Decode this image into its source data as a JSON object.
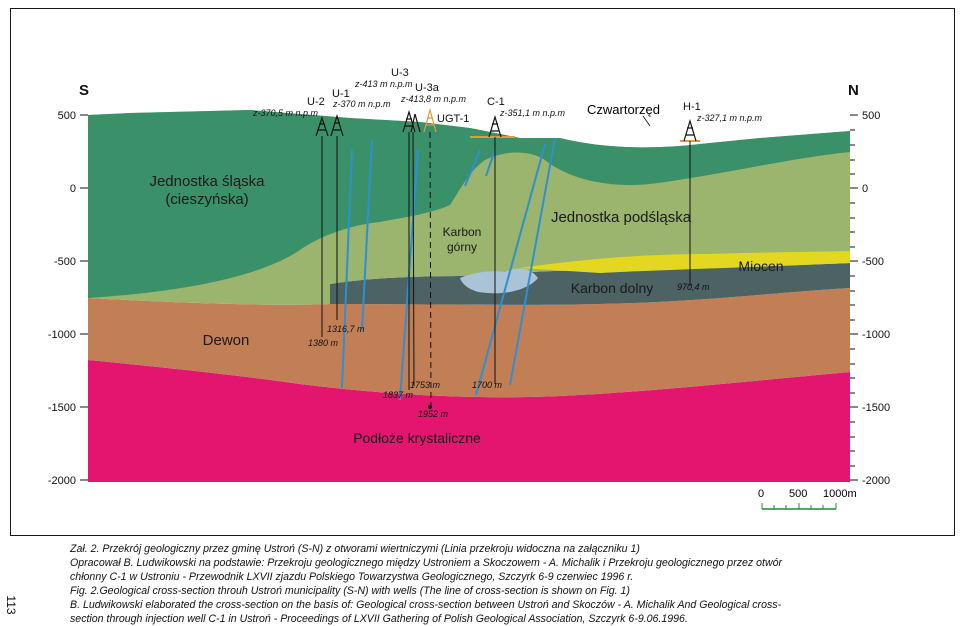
{
  "directions": {
    "south": "S",
    "north": "N"
  },
  "elevation_ticks": [
    "500",
    "0",
    "-500",
    "-1000",
    "-1500",
    "-2000"
  ],
  "units": [
    {
      "label_line1": "Jednostka śląska",
      "label_line2": "(cieszyńska)",
      "color": "#3a9068"
    },
    {
      "label": "Jednostka podśląska",
      "color": "#9bb46e"
    },
    {
      "label_line1": "Karbon",
      "label_line2": "górny",
      "color": "#aac3d6"
    },
    {
      "label": "Miocen",
      "color": "#e3d81f"
    },
    {
      "label": "Karbon dolny",
      "color": "#4d6262"
    },
    {
      "label": "Dewon",
      "color": "#c27f55"
    },
    {
      "label": "Podłoże krystaliczne",
      "color": "#e3156f"
    }
  ],
  "quaternary_label": "Czwartorzęd",
  "wells": [
    {
      "name": "U-2",
      "elev": "z-370,5 m n.p.m"
    },
    {
      "name": "U-1",
      "elev": "z-370 m n.p.m"
    },
    {
      "name": "U-3",
      "elev": "z-413 m n.p.m"
    },
    {
      "name": "U-3a",
      "elev": "z-413,8 m n.p.m"
    },
    {
      "name": "UGT-1",
      "elev": ""
    },
    {
      "name": "C-1",
      "elev": "z-351,1 m n.p.m"
    },
    {
      "name": "H-1",
      "elev": "z-327,1 m n.p.m"
    }
  ],
  "depths": [
    "1316,7 m",
    "1380 m",
    "1753 m",
    "1837 m",
    "1952 m",
    "1700 m",
    "970,4 m"
  ],
  "scale_bar": {
    "labels": [
      "0",
      "500",
      "1000m"
    ]
  },
  "caption": {
    "line1": "Zał. 2. Przekrój geologiczny przez gminę Ustroń (S-N) z otworami wiertniczymi  (Linia przekroju widoczna na załączniku 1)",
    "line2": "Opracował B. Ludwikowski na podstawie: Przekroju geologicznego między Ustroniem a Skoczowem - A. Michalik i Przekroju geologicznego przez otwór",
    "line3": "chłonny C-1 w Ustroniu - Przewodnik LXVII zjazdu Polskiego Towarzystwa Geologicznego, Szczyrk 6-9 czerwiec 1996 r.",
    "line4": "Fig. 2.Geological cross-section throuh Ustroń municipality (S-N) with wells (The line of cross-section is shown on Fig. 1)",
    "line5": "B. Ludwikowski elaborated the cross-section on the basis of: Geological cross-section between Ustroń and Skoczów - A. Michalik And Geological cross-",
    "line6": "section through injection well C-1 in Ustroń - Proceedings of LXVII Gathering of Polish Geological Association, Szczyrk 6-9.06.1996."
  },
  "page_number": "113"
}
